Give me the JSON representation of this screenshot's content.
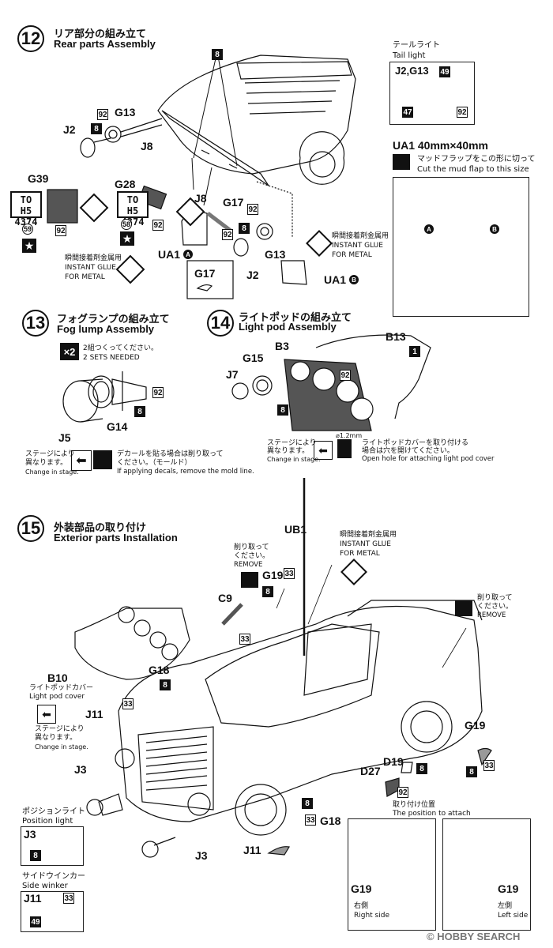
{
  "step12": {
    "number": "12",
    "title_jp": "リア部分の組み立て",
    "title_en": "Rear parts Assembly",
    "parts": {
      "g13": "G13",
      "j2": "J2",
      "j8": "J8",
      "g39": "G39",
      "g28": "G28",
      "j8b": "J8",
      "g17": "G17",
      "g17b": "G17",
      "j2b": "J2",
      "g13b": "G13",
      "ua1a": "UA1",
      "ua1b": "UA1"
    },
    "paint_codes": {
      "c92a": "92",
      "c8a": "8",
      "c8top": "8",
      "c92b": "92",
      "c92c": "92",
      "c92d": "92",
      "c8b": "8",
      "c92e": "92",
      "c59": "59",
      "c58": "58"
    },
    "circled": {
      "a": "A",
      "b": "B"
    },
    "plate_text": "TO H5\n4374",
    "glue_left": {
      "jp": "瞬間接着剤金属用",
      "en1": "INSTANT GLUE",
      "en2": "FOR METAL"
    },
    "glue_right": {
      "jp": "瞬間接着剤金属用",
      "en1": "INSTANT GLUE",
      "en2": "FOR METAL"
    }
  },
  "taillight": {
    "title_jp": "テールライト",
    "title_en": "Tail light",
    "parts": "J2,G13",
    "codes": {
      "c49": "49",
      "c47": "47",
      "c92": "92"
    }
  },
  "ua1_panel": {
    "title": "UA1  40mm×40mm",
    "note_jp": "マッドフラップをこの形に切って",
    "note_en": "Cut the mud flap to this size",
    "a": "A",
    "b": "B"
  },
  "step13": {
    "number": "13",
    "title_jp": "フォグランプの組み立て",
    "title_en": "Fog lump Assembly",
    "x2": "×2",
    "sets_jp": "2組つくってください。",
    "sets_en": "2 SETS  NEEDED",
    "parts": {
      "g14": "G14",
      "j5": "J5"
    },
    "codes": {
      "c92": "92",
      "c8": "8"
    },
    "stage_jp1": "ステージにより",
    "stage_jp2": "異なります。",
    "stage_en": "Change in stage.",
    "decal_jp1": "デカールを貼る場合は削り取って",
    "decal_jp2": "ください。（モールド）",
    "decal_en": "If applying decals, remove the mold line."
  },
  "step14": {
    "number": "14",
    "title_jp": "ライトポッドの組み立て",
    "title_en": "Light pod Assembly",
    "parts": {
      "b13": "B13",
      "b3": "B3",
      "g15": "G15",
      "j7": "J7"
    },
    "codes": {
      "c1": "1",
      "c92": "92",
      "c8": "8"
    },
    "drill": "⌀1.2mm",
    "stage_jp1": "ステージにより",
    "stage_jp2": "異なります。",
    "stage_en": "Change in stage.",
    "hole_jp1": "ライトポッドカバーを取り付ける",
    "hole_jp2": "場合は穴を開けてください。",
    "hole_en": "Open hole for attaching light pod cover"
  },
  "step15": {
    "number": "15",
    "title_jp": "外装部品の取り付け",
    "title_en": "Exterior parts Installation",
    "parts": {
      "ub1": "UB1",
      "g19a": "G19",
      "c9": "C9",
      "g18a": "G18",
      "b10": "B10",
      "j11a": "J11",
      "j3a": "J3",
      "j3b": "J3",
      "j11b": "J11",
      "g18b": "G18",
      "d27": "D27",
      "d19": "D19",
      "g19b": "G19"
    },
    "codes": {
      "c33a": "33",
      "c8a": "8",
      "c33b": "33",
      "c8b": "8",
      "c33c": "33",
      "c8c": "8",
      "c33d": "33",
      "c8d": "8",
      "c33e": "33",
      "c8e": "8",
      "c92": "92",
      "c8f": "8"
    },
    "remove_jp1": "削り取って",
    "remove_jp2": "ください。",
    "remove_en": "REMOVE",
    "remove2_jp1": "削り取って",
    "remove2_jp2": "ください。",
    "remove2_en": "REMOVE",
    "glue": {
      "jp": "瞬間接着剤金属用",
      "en1": "INSTANT GLUE",
      "en2": "FOR METAL"
    },
    "b10_jp": "ライトポッドカバー",
    "b10_en": "Light pod cover",
    "stage_jp1": "ステージにより",
    "stage_jp2": "異なります。",
    "stage_en": "Change in stage.",
    "position_light_jp": "ポジションライト",
    "position_light_en": "Position light",
    "pl_part": "J3",
    "pl_code": "8",
    "winker_jp": "サイドウインカー",
    "winker_en": "Side winker",
    "wk_part": "J11",
    "wk_code33": "33",
    "wk_code49": "49",
    "attach_jp": "取り付け位置",
    "attach_en": "The position to attach",
    "right_jp": "右側",
    "right_en": "Right side",
    "left_jp": "左側",
    "left_en": "Left side",
    "g19r": "G19",
    "g19l": "G19"
  },
  "watermark": "© HOBBY SEARCH"
}
